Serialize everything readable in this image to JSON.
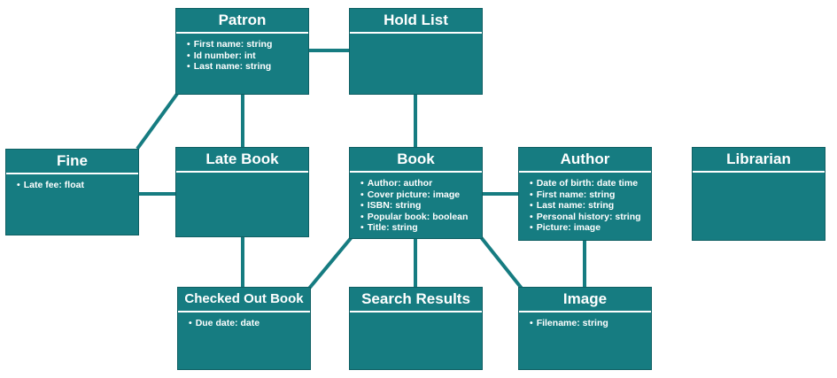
{
  "colors": {
    "box": "#167c81",
    "text": "#ffffff",
    "line": "#167c81"
  },
  "classes": {
    "patron": {
      "name": "Patron",
      "attributes": [
        "First name: string",
        "Id number: int",
        "Last name: string"
      ]
    },
    "hold_list": {
      "name": "Hold List",
      "attributes": []
    },
    "fine": {
      "name": "Fine",
      "attributes": [
        "Late fee: float"
      ]
    },
    "late_book": {
      "name": "Late Book",
      "attributes": []
    },
    "book": {
      "name": "Book",
      "attributes": [
        "Author: author",
        "Cover picture: image",
        "ISBN: string",
        "Popular book: boolean",
        "Title: string"
      ]
    },
    "author": {
      "name": "Author",
      "attributes": [
        "Date of birth: date time",
        "First name: string",
        "Last name: string",
        "Personal history: string",
        "Picture: image"
      ]
    },
    "librarian": {
      "name": "Librarian",
      "attributes": []
    },
    "checked_out_book": {
      "name": "Checked Out Book",
      "attributes": [
        "Due date: date"
      ]
    },
    "search_results": {
      "name": "Search Results",
      "attributes": []
    },
    "image": {
      "name": "Image",
      "attributes": [
        "Filename: string"
      ]
    }
  }
}
